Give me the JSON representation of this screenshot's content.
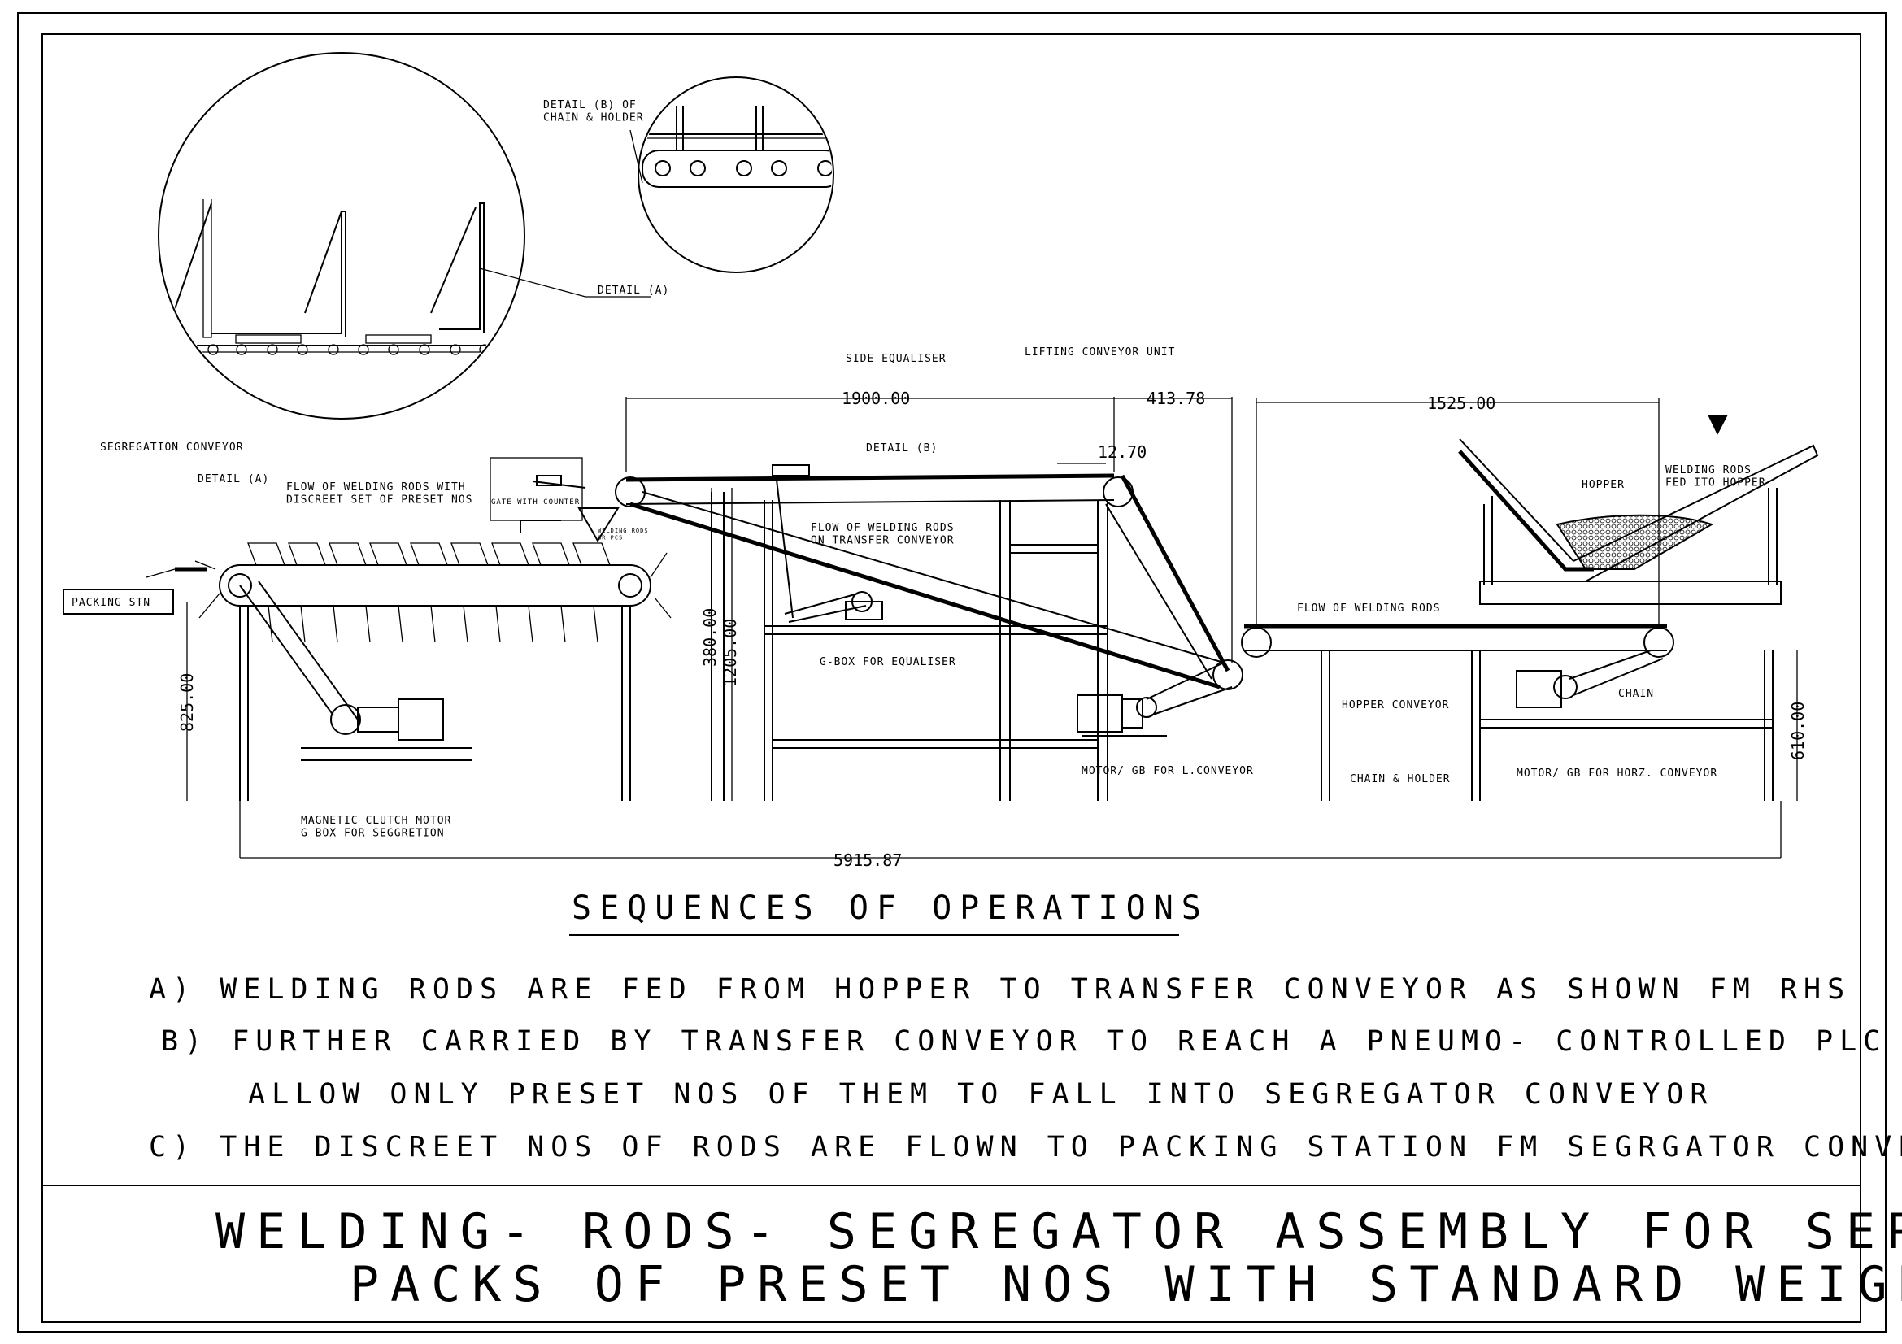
{
  "labels": {
    "detail_b": "DETAIL (B) OF\nCHAIN & HOLDER",
    "detail_a": "DETAIL (A)",
    "side_equaliser": "SIDE EQUALISER",
    "lifting_conveyor": "LIFTING CONVEYOR UNIT",
    "segregation_conveyor": "SEGREGATION CONVEYOR",
    "detail_a_small": "DETAIL (A)",
    "flow_rods_discreet": "FLOW OF WELDING RODS WITH\nDISCREET SET OF PRESET NOS",
    "gate_with_counter": "GATE WITH COUNTER",
    "welding_rods_gate": "WELDING RODS\nGR PCS",
    "detail_b_small": "DETAIL (B)",
    "flow_transfer": "FLOW OF WELDING RODS\nON TRANSFER CONVEYOR",
    "hopper": "HOPPER",
    "rods_fed_hopper": "WELDING RODS\nFED ITO HOPPER",
    "packing_stn": "PACKING STN",
    "flow_welding_rods": "FLOW OF WELDING RODS",
    "gbox_equaliser": "G-BOX FOR EQUALISER",
    "hopper_conveyor": "HOPPER CONVEYOR",
    "chain": "CHAIN",
    "motor_l_conveyor": "MOTOR/ GB FOR L.CONVEYOR",
    "chain_holder": "CHAIN & HOLDER",
    "motor_horz": "MOTOR/ GB FOR HORZ. CONVEYOR",
    "magnetic_clutch": "MAGNETIC CLUTCH MOTOR\nG BOX FOR SEGGRETION"
  },
  "dimensions": {
    "d1900": "1900.00",
    "d413": "413.78",
    "d1525": "1525.00",
    "d12": "12.70",
    "d380": "380.00",
    "d1205": "1205.00",
    "d825": "825.00",
    "d610": "610.00",
    "d5915": "5915.87"
  },
  "sequence": {
    "heading": "SEQUENCES OF OPERATIONS",
    "a": "A) WELDING RODS ARE FED FROM  HOPPER TO TRANSFER CONVEYOR AS SHOWN FM RHS",
    "b1": "B) FURTHER CARRIED BY TRANSFER CONVEYOR TO REACH A PNEUMO- CONTROLLED PLC GATE TO",
    "b2": "ALLOW ONLY PRESET NOS OF THEM TO FALL INTO SEGREGATOR CONVEYOR",
    "c": "C)  THE DISCREET NOS OF RODS ARE FLOWN TO PACKING STATION FM SEGRGATOR CONVEYOR"
  },
  "title": {
    "line1": "WELDING- RODS- SEGREGATOR ASSEMBLY FOR SEPARATE",
    "line2": "PACKS OF PRESET NOS WITH STANDARD WEIGHTS"
  }
}
